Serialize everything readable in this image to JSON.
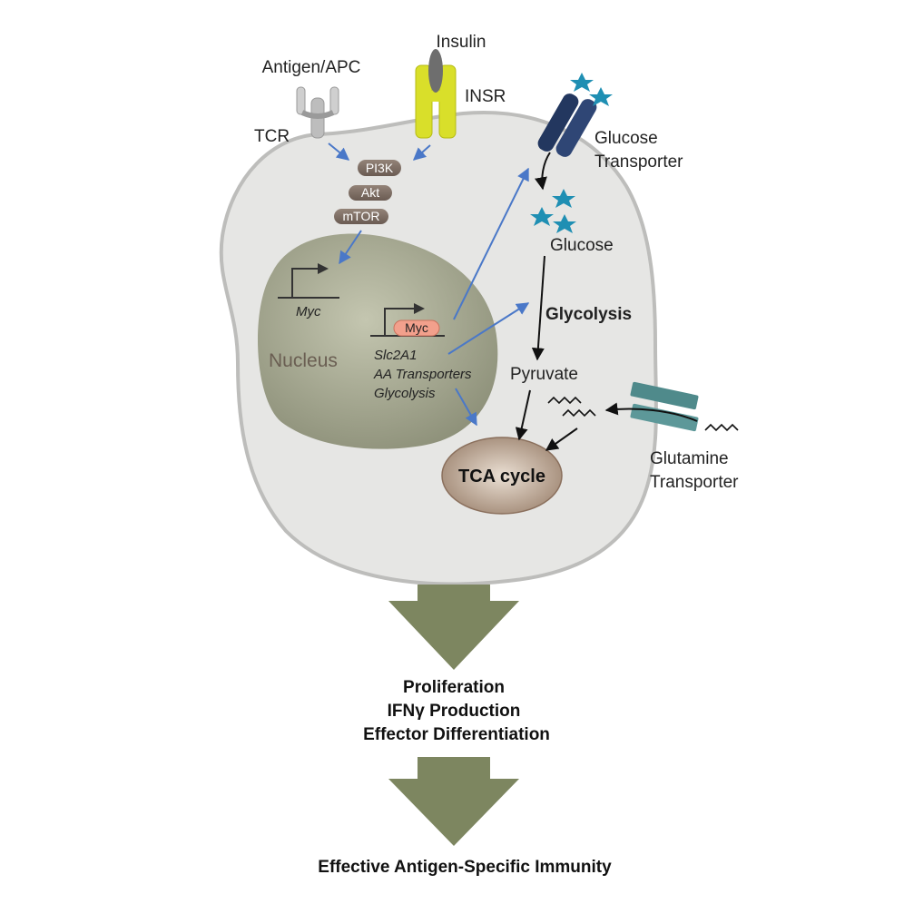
{
  "labels": {
    "insulin": "Insulin",
    "antigen_apc": "Antigen/APC",
    "insr": "INSR",
    "tcr": "TCR",
    "glucose_transporter_line1": "Glucose",
    "glucose_transporter_line2": "Transporter",
    "pi3k": "PI3K",
    "akt": "Akt",
    "mtor": "mTOR",
    "glucose": "Glucose",
    "myc_gene": "Myc",
    "myc_protein": "Myc",
    "glycolysis": "Glycolysis",
    "nucleus": "Nucleus",
    "slc2a1": "Slc2A1",
    "aa_transporters": "AA Transporters",
    "glycolysis_target": "Glycolysis",
    "pyruvate": "Pyruvate",
    "glutamine_transporter_line1": "Glutamine",
    "glutamine_transporter_line2": "Transporter",
    "tca_cycle": "TCA cycle"
  },
  "outcomes": {
    "line1": "Proliferation",
    "line2": "IFNγ Production",
    "line3": "Effector Differentiation",
    "final": "Effective Antigen-Specific Immunity"
  },
  "colors": {
    "cell_fill": "#e6e6e4",
    "cell_stroke": "#bdbdbb",
    "nucleus_fill": "#a5a790",
    "signal_pill": "#7a6a60",
    "myc_pill": "#f2a08c",
    "blue_arrow": "#4a78c8",
    "insr_yellow": "#d9df2a",
    "insulin_gray": "#6e6e6e",
    "glucose_transporter": "#23375f",
    "glutamine_transporter": "#4f8a8b",
    "glucose_star": "#1f8fb3",
    "big_arrow": "#7d8660",
    "mito_fill": "#a48b77"
  }
}
